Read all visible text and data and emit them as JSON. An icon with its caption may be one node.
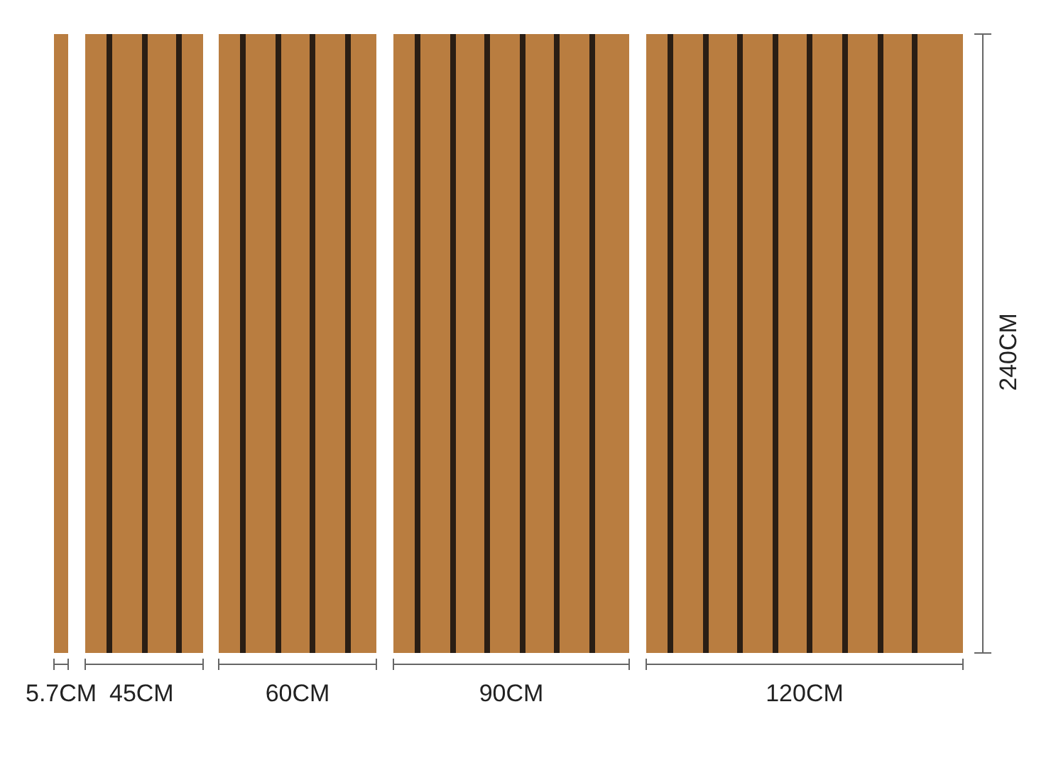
{
  "diagram": {
    "labels": [
      "5.7CM",
      "45CM",
      "60CM",
      "90CM",
      "120CM",
      "240CM"
    ]
  }
}
